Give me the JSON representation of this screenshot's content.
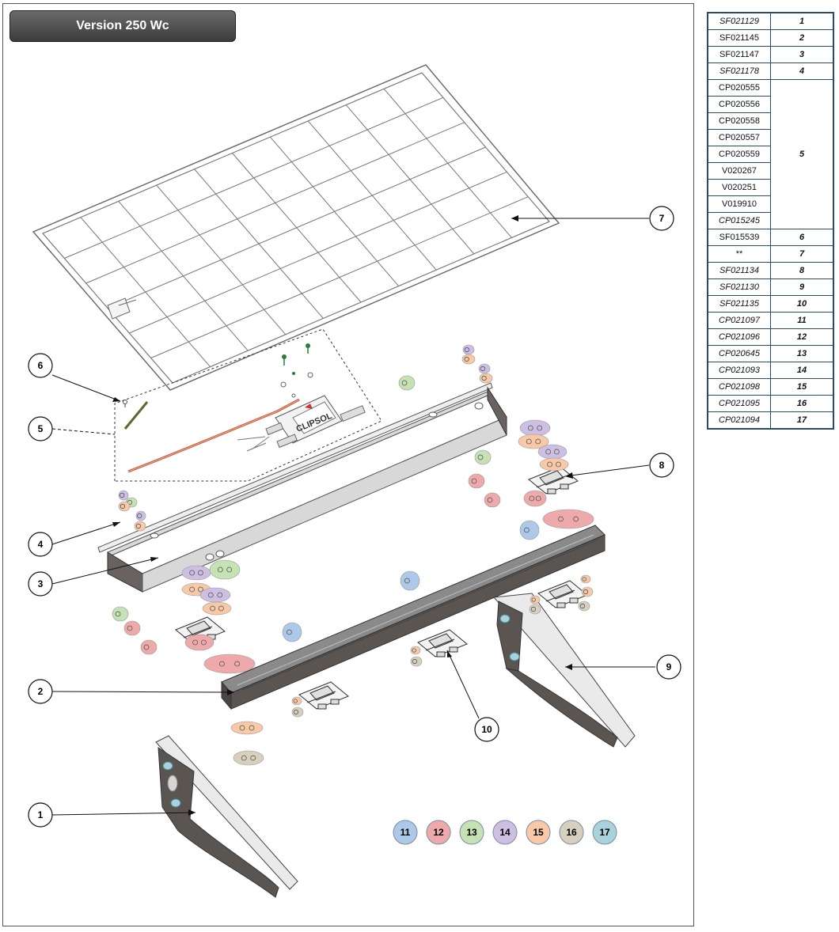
{
  "title": "Version 250 Wc",
  "brand_text": "CLIPSOL",
  "colors": {
    "frame": "#555555",
    "part_gray": "#8a8a8a",
    "part_dark": "#5b5552",
    "table_border": "#2a4a6a"
  },
  "callouts": [
    "1",
    "2",
    "3",
    "4",
    "5",
    "6",
    "7",
    "8",
    "9",
    "10"
  ],
  "legend": [
    {
      "label": "11",
      "color": "#aec8e8"
    },
    {
      "label": "12",
      "color": "#eeaaaa"
    },
    {
      "label": "13",
      "color": "#c6e2b4"
    },
    {
      "label": "14",
      "color": "#cdbfe2"
    },
    {
      "label": "15",
      "color": "#f7c9a6"
    },
    {
      "label": "16",
      "color": "#d6d0bd"
    },
    {
      "label": "17",
      "color": "#a8d2dc"
    }
  ],
  "parts_table": [
    {
      "code": "SF021129",
      "num": "1",
      "italic": true
    },
    {
      "code": "SF021145",
      "num": "2",
      "italic": false
    },
    {
      "code": "SF021147",
      "num": "3",
      "italic": false
    },
    {
      "code": "SF021178",
      "num": "4",
      "italic": true
    },
    {
      "code": "CP020555",
      "num": "",
      "italic": false
    },
    {
      "code": "CP020556",
      "num": "",
      "italic": false
    },
    {
      "code": "CP020558",
      "num": "",
      "italic": false
    },
    {
      "code": "CP020557",
      "num": "",
      "italic": false
    },
    {
      "code": "CP020559",
      "num": "5",
      "italic": false
    },
    {
      "code": "V020267",
      "num": "",
      "italic": false
    },
    {
      "code": "V020251",
      "num": "",
      "italic": false
    },
    {
      "code": "V019910",
      "num": "",
      "italic": false
    },
    {
      "code": "CP015245",
      "num": "",
      "italic": true
    },
    {
      "code": "SF015539",
      "num": "6",
      "italic": false
    },
    {
      "code": "**",
      "num": "7",
      "italic": false
    },
    {
      "code": "SF021134",
      "num": "8",
      "italic": true
    },
    {
      "code": "SF021130",
      "num": "9",
      "italic": true
    },
    {
      "code": "SF021135",
      "num": "10",
      "italic": true
    },
    {
      "code": "CP021097",
      "num": "11",
      "italic": true
    },
    {
      "code": "CP021096",
      "num": "12",
      "italic": true
    },
    {
      "code": "CP020645",
      "num": "13",
      "italic": true
    },
    {
      "code": "CP021093",
      "num": "14",
      "italic": true
    },
    {
      "code": "CP021098",
      "num": "15",
      "italic": true
    },
    {
      "code": "CP021095",
      "num": "16",
      "italic": true
    },
    {
      "code": "CP021094",
      "num": "17",
      "italic": true
    }
  ]
}
